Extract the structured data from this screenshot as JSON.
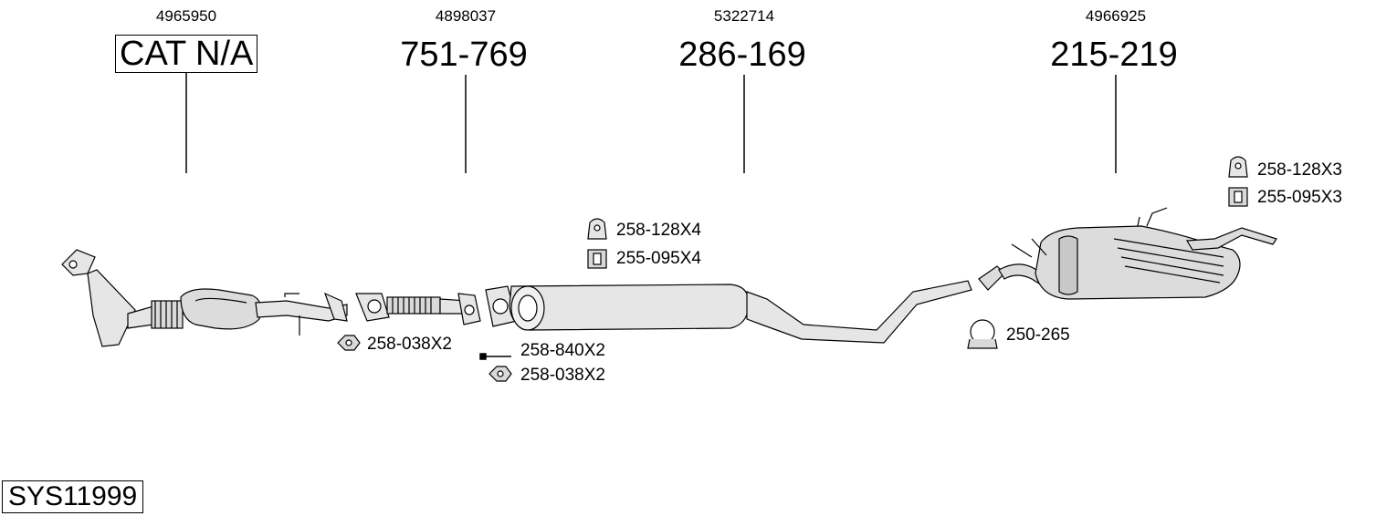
{
  "sections": [
    {
      "oem": "4965950",
      "part": "CAT N/A"
    },
    {
      "oem": "4898037",
      "part": "751-769"
    },
    {
      "oem": "5322714",
      "part": "286-169"
    },
    {
      "oem": "4966925",
      "part": "215-219"
    }
  ],
  "fittings": {
    "nut_front": "258-038X2",
    "bolt_mid": "258-840X2",
    "nut_mid": "258-038X2",
    "hanger_mid": "258-128X4",
    "rubber_mid": "255-095X4",
    "clamp_rear": "250-265",
    "hanger_rear": "258-128X3",
    "rubber_rear": "255-095X3"
  },
  "system_id": "SYS11999"
}
